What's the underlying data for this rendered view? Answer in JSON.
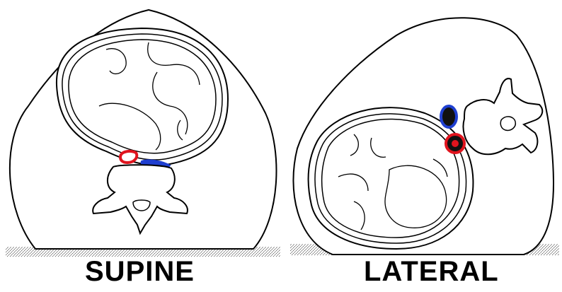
{
  "panels": [
    {
      "label": "SUPINE"
    },
    {
      "label": "LATERAL"
    }
  ],
  "colors": {
    "outline": "#000000",
    "artery": "#e0141e",
    "vein": "#1f3fd0",
    "background": "#ffffff",
    "surface_stipple": "#7a7a7a"
  },
  "icons": [
    "supine-body-cross-section",
    "lateral-body-cross-section",
    "vertebra",
    "aorta",
    "vena-cava"
  ]
}
